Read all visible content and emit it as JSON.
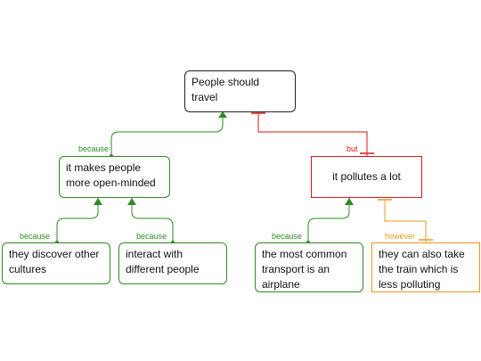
{
  "colors": {
    "neutral": "#222222",
    "support": "#2e8b22",
    "attack": "#d21a1a",
    "rebuttal": "#f0961e"
  },
  "nodes": {
    "root": {
      "text": "People should\ntravel"
    },
    "open_minded": {
      "text": "it makes people\nmore open-minded"
    },
    "pollutes": {
      "text": "it pollutes a lot"
    },
    "cultures": {
      "text": "they discover other\ncultures"
    },
    "interact": {
      "text": "interact with\ndifferent people"
    },
    "airplane": {
      "text": "the most common\ntransport is an\nairplane"
    },
    "train": {
      "text": "they can also take\nthe train which is\nless polluting"
    }
  },
  "labels": {
    "because_1": "because",
    "but": "but",
    "because_2": "because",
    "because_3": "because",
    "because_4": "because",
    "however": "however"
  }
}
